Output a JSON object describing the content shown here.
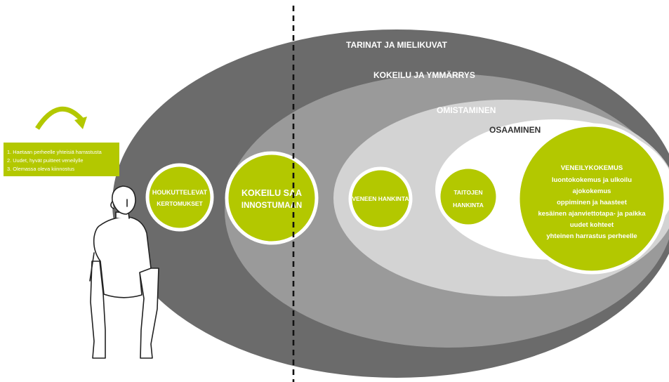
{
  "colors": {
    "outer": "#6b6b6b",
    "layer2": "#9a9a9a",
    "layer3": "#d3d3d3",
    "layer4": "#ffffff",
    "accent": "#b3c800",
    "figure_stroke": "#222222"
  },
  "layers": {
    "tarinat": "TARINAT JA MIELIKUVAT",
    "kokeilu": "KOKEILU JA YMMÄRRYS",
    "omistaminen": "OMISTAMINEN",
    "osaaminen": "OSAAMINEN"
  },
  "note": {
    "items": [
      "1. Haetaan perheelle yhteisiä harrastusta",
      "2. Uudet, hyvät puitteet veneilylle",
      "3. Olemassa oleva kiinnostus"
    ],
    "arrow_icon": "curved-arrow-icon"
  },
  "circles": {
    "houkuttelevat": {
      "line1": "HOUKUTTELEVAT",
      "line2": "KERTOMUKSET"
    },
    "kokeilu": {
      "line1": "KOKEILU SAA",
      "line2": "INNOSTUMAAN"
    },
    "veneen": {
      "line1": "VENEEN HANKINTA"
    },
    "taitojen": {
      "line1": "TAITOJEN",
      "line2": "HANKINTA"
    },
    "veneily": {
      "title": "VENEILYKOKEMUS",
      "lines": [
        "luontokokemus ja ulkoilu",
        "ajokokemus",
        "oppiminen ja haasteet",
        "kesäinen ajanviettotapa- ja paikka",
        "uudet kohteet",
        "yhteinen harrastus perheelle"
      ]
    }
  },
  "figure_icon": "person-icon"
}
